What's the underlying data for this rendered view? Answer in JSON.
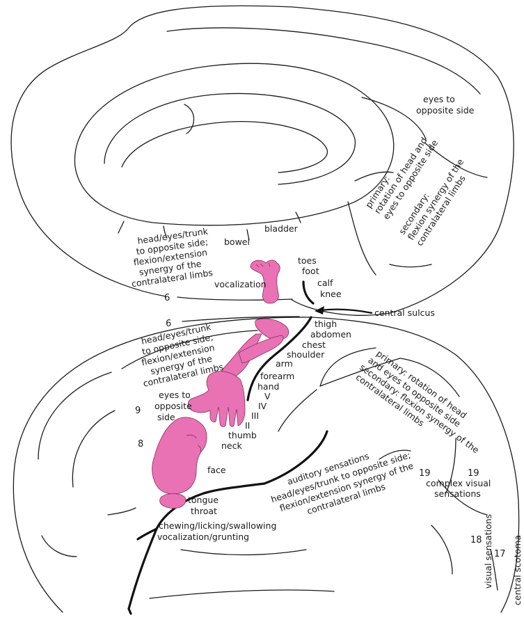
{
  "diagram": {
    "colors": {
      "homunculus": "#e872b4",
      "outline": "#1a1a1a",
      "background": "#ffffff"
    },
    "medial": {
      "eyes_opposite": [
        "eyes to",
        "opposite side"
      ],
      "primary_rotation": [
        "primary:",
        "rotation of head and",
        "eyes to opposite side"
      ],
      "secondary_flexion": [
        "secondary:",
        "flexion synergy of the",
        "contralateral limbs"
      ],
      "head_eyes_trunk": [
        "head/eyes/trunk",
        "to opposite side;",
        "flexion/extension",
        "synergy of the",
        "contralateral limbs"
      ],
      "bowel": "bowel",
      "bladder": "bladder",
      "vocalization": "vocalization",
      "toes": "toes",
      "foot": "foot",
      "calf": "calf",
      "knee": "knee",
      "area_6": "6"
    },
    "central_sulcus": "central sulcus",
    "lateral": {
      "area_6": "6",
      "head_eyes_trunk": [
        "head/eyes/trunk",
        "to opposite side;",
        "flexion/extension",
        "synergy of the",
        "contralateral limbs"
      ],
      "eyes_opposite": [
        "eyes to",
        "opposite",
        "side"
      ],
      "area_9": "9",
      "area_8": "8",
      "thigh": "thigh",
      "abdomen": "abdomen",
      "chest": "chest",
      "shoulder": "shoulder",
      "arm": "arm",
      "forearm": "forearm",
      "hand": "hand",
      "v": "V",
      "iv": "IV",
      "iii": "III",
      "ii": "II",
      "thumb": "thumb",
      "neck": "neck",
      "face": "face",
      "tongue": "tongue",
      "throat": "throat",
      "chewing": [
        "chewing/licking/swallowing",
        "vocalization/grunting"
      ],
      "auditory": [
        "auditory sensations",
        "head/eyes/trunk to opposite side;",
        "flexion/extension synergy of the",
        "contralateral limbs"
      ],
      "primary_rotation": [
        "primary: rotation of head",
        "and eyes to opposite side",
        "secondary: flexion synergy of the",
        "contralateral limbs"
      ],
      "area_19a": "19",
      "area_19b": "19",
      "complex_visual": [
        "complex visual",
        "sensations"
      ],
      "area_18": "18",
      "area_17": "17",
      "visual_sensations": "visual sensations",
      "central_scotoma": "central scotoma"
    }
  }
}
